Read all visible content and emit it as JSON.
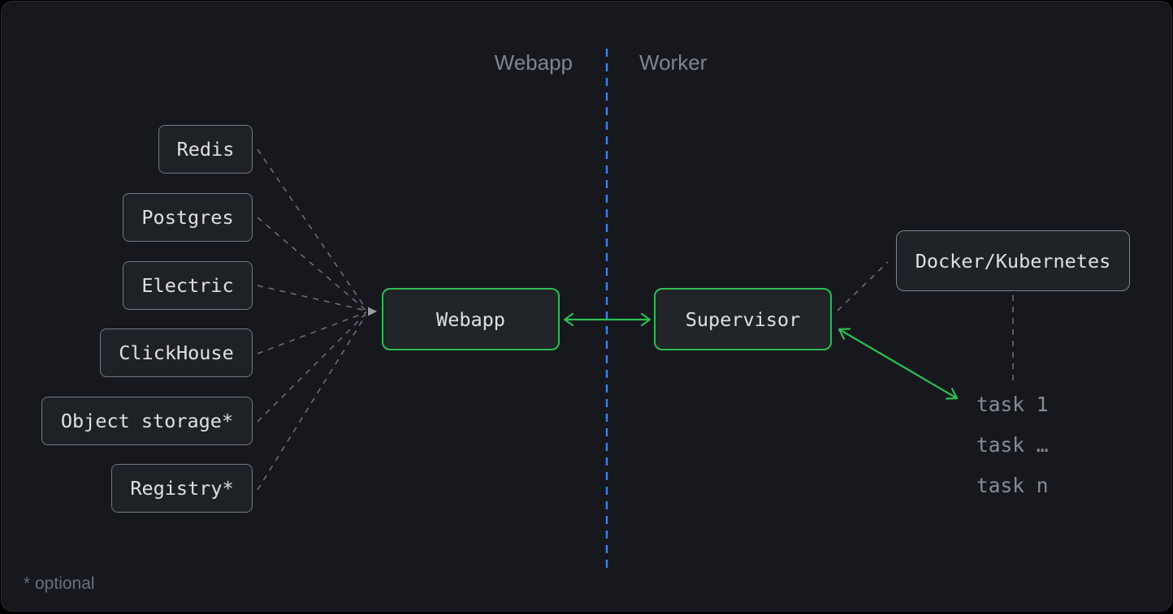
{
  "diagram": {
    "lanes": {
      "left_label": "Webapp",
      "right_label": "Worker"
    },
    "dependencies": [
      {
        "label": "Redis"
      },
      {
        "label": "Postgres"
      },
      {
        "label": "Electric"
      },
      {
        "label": "ClickHouse"
      },
      {
        "label": "Object storage*"
      },
      {
        "label": "Registry*"
      }
    ],
    "nodes": {
      "webapp": "Webapp",
      "supervisor": "Supervisor",
      "runtime": "Docker/Kubernetes"
    },
    "tasks": [
      "task 1",
      "task …",
      "task n"
    ],
    "footnote": "* optional",
    "colors": {
      "accent_green": "#2ebd53",
      "divider_blue": "#3b82f6",
      "connector_gray": "#6c737d",
      "card_background": "#16181d"
    }
  }
}
